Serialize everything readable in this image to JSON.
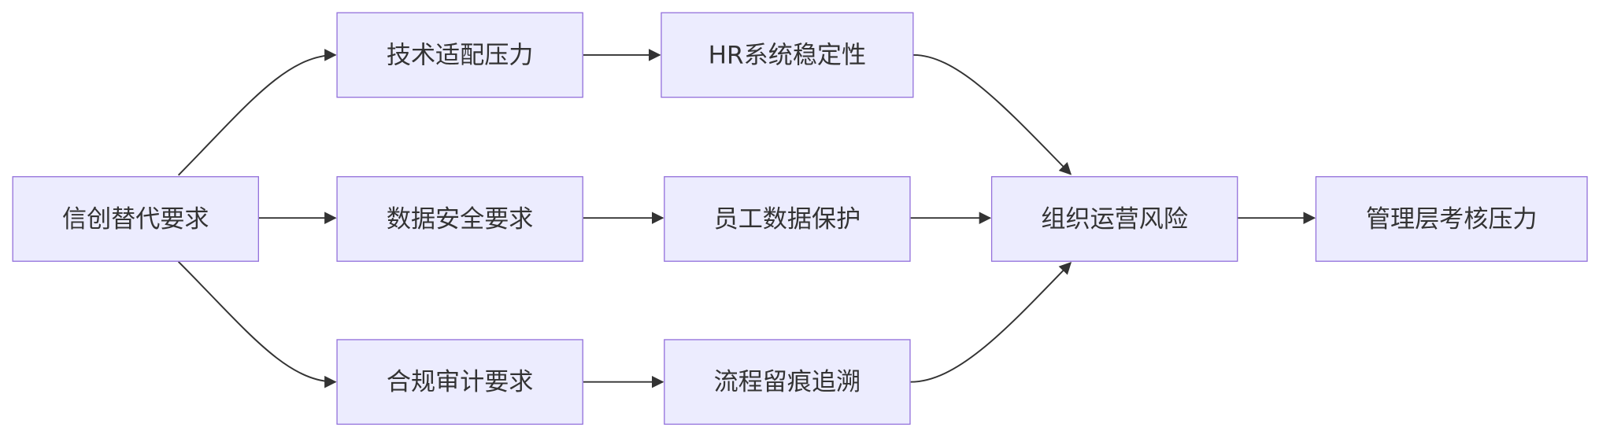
{
  "diagram": {
    "type": "flowchart",
    "direction": "left-to-right",
    "colors": {
      "node_fill": "#ececfe",
      "node_border": "#9370db",
      "text": "#333333",
      "edge": "#333333"
    },
    "nodes": {
      "xinchuang": "信创替代要求",
      "tech_pressure": "技术适配压力",
      "data_security": "数据安全要求",
      "compliance_audit": "合规审计要求",
      "hr_stability": "HR系统稳定性",
      "employee_data": "员工数据保护",
      "process_trace": "流程留痕追溯",
      "org_risk": "组织运营风险",
      "mgmt_pressure": "管理层考核压力"
    },
    "edges": [
      {
        "from": "xinchuang",
        "to": "tech_pressure"
      },
      {
        "from": "xinchuang",
        "to": "data_security"
      },
      {
        "from": "xinchuang",
        "to": "compliance_audit"
      },
      {
        "from": "tech_pressure",
        "to": "hr_stability"
      },
      {
        "from": "data_security",
        "to": "employee_data"
      },
      {
        "from": "compliance_audit",
        "to": "process_trace"
      },
      {
        "from": "hr_stability",
        "to": "org_risk"
      },
      {
        "from": "employee_data",
        "to": "org_risk"
      },
      {
        "from": "process_trace",
        "to": "org_risk"
      },
      {
        "from": "org_risk",
        "to": "mgmt_pressure"
      }
    ]
  }
}
